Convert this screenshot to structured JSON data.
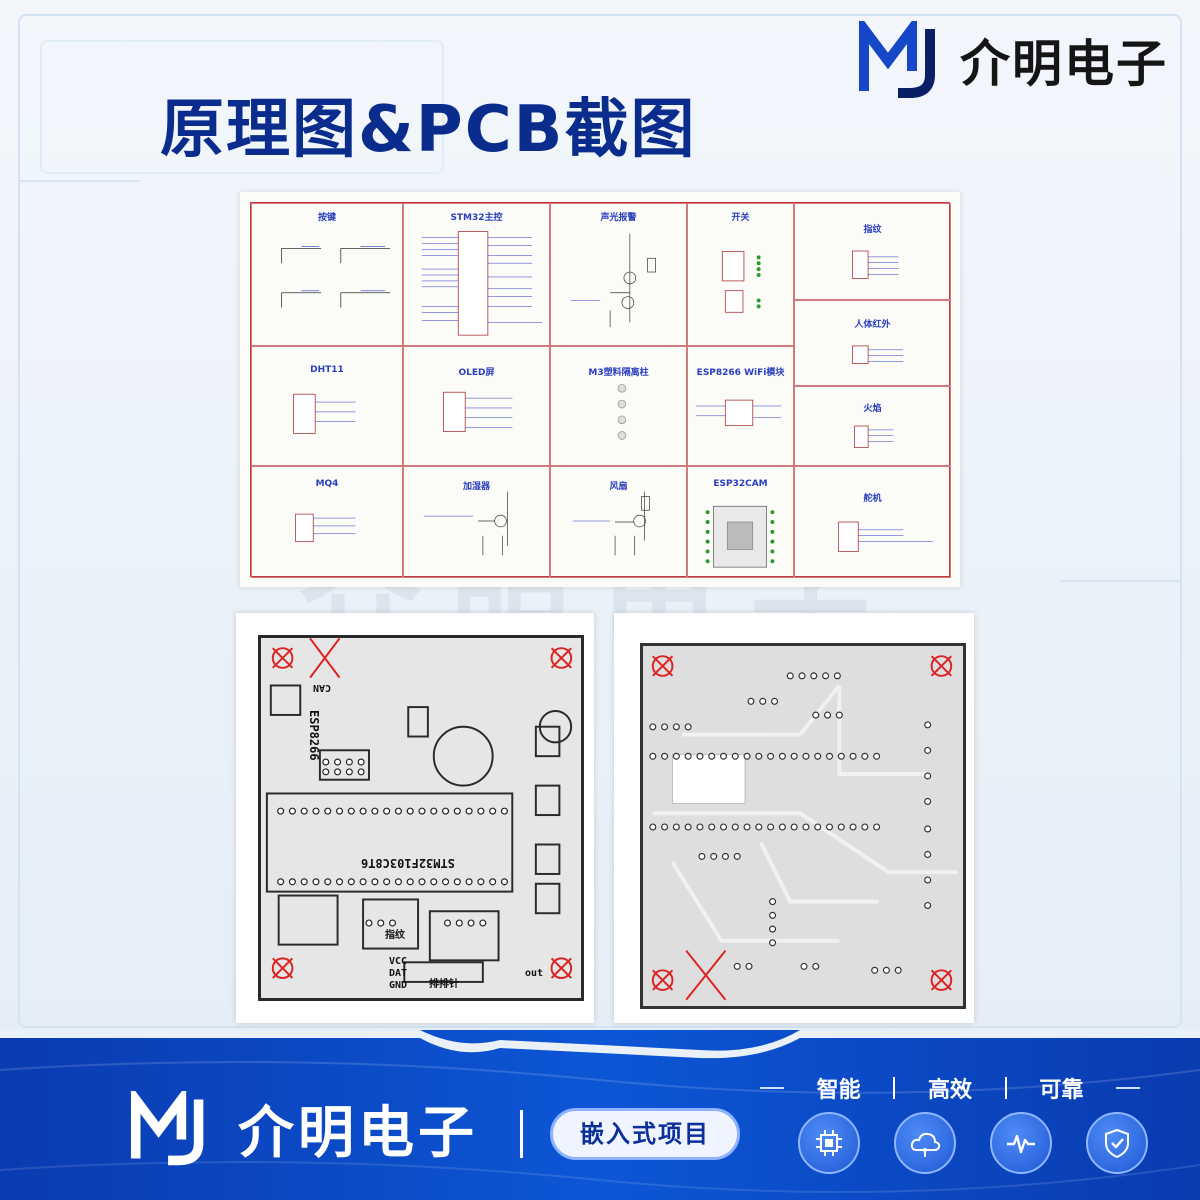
{
  "brand": {
    "name": "介明电子"
  },
  "page_title": "原理图&PCB截图",
  "watermark": "介明电子",
  "schematic": {
    "cells": [
      {
        "title": "按键"
      },
      {
        "title": "STM32主控"
      },
      {
        "title": "声光报警"
      },
      {
        "title": "开关"
      },
      {
        "title": "指纹"
      },
      {
        "title": "DHT11"
      },
      {
        "title": "OLED屏"
      },
      {
        "title": "M3塑料隔离柱"
      },
      {
        "title": "ESP8266 WiFi模块"
      },
      {
        "title": "人体红外"
      },
      {
        "title": "MQ4"
      },
      {
        "title": "加湿器"
      },
      {
        "title": "风扇"
      },
      {
        "title": "ESP32CAM"
      },
      {
        "title": "火焰"
      },
      {
        "title": "舵机"
      }
    ]
  },
  "pcb_front": {
    "labels": {
      "mcu": "STM32F103C8T6",
      "wifi": "ESP8266",
      "can": "CAN",
      "fingerprint": "指纹",
      "header": "排排针",
      "vcc": "VCC",
      "dat": "DAT",
      "gnd": "GND",
      "out": "out"
    }
  },
  "footer": {
    "brand_name": "介明电子",
    "pill": "嵌入式项目",
    "taglines": [
      "智能",
      "高效",
      "可靠"
    ],
    "icons": [
      "chip-icon",
      "cloud-icon",
      "pulse-icon",
      "shield-icon"
    ]
  },
  "colors": {
    "primary": "#0a2c8c",
    "footer_bg": "#0c56d6",
    "schematic_title": "#2a3ec0",
    "sheet_border": "#c43a3a"
  }
}
